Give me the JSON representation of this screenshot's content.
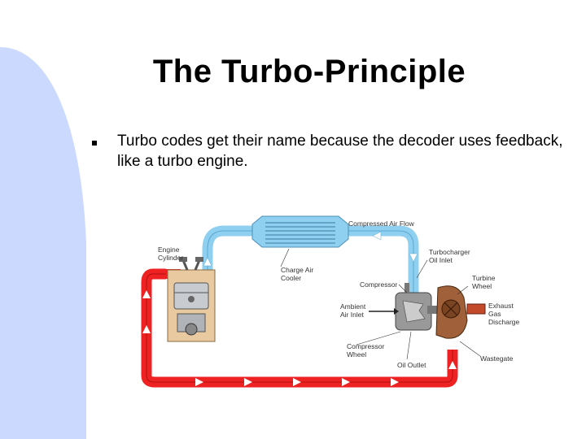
{
  "slide": {
    "title": "The Turbo-Principle",
    "bullets": [
      {
        "text": "Turbo codes get their name because the decoder uses feedback, like a turbo engine."
      }
    ],
    "accent_color": "#ccd9ff"
  },
  "diagram": {
    "labels": {
      "compressed_air_flow": "Compressed Air Flow",
      "engine_cylinder_1": "Engine",
      "engine_cylinder_2": "Cylinder",
      "charge_air_cooler_1": "Charge Air",
      "charge_air_cooler_2": "Cooler",
      "turbocharger_oil_inlet_1": "Turbocharger",
      "turbocharger_oil_inlet_2": "Oil Inlet",
      "compressor": "Compressor",
      "turbine_wheel_1": "Turbine",
      "turbine_wheel_2": "Wheel",
      "ambient_air_inlet_1": "Ambient",
      "ambient_air_inlet_2": "Air Inlet",
      "exhaust_gas_discharge_1": "Exhaust",
      "exhaust_gas_discharge_2": "Gas",
      "exhaust_gas_discharge_3": "Discharge",
      "compressor_wheel_1": "Compressor",
      "compressor_wheel_2": "Wheel",
      "oil_outlet": "Oil Outlet",
      "wastegate": "Wastegate"
    },
    "colors": {
      "cool_air": "#8fd0f0",
      "exhaust": "#ee2222",
      "piston": "#e8c9a0",
      "turbine_housing": "#a0603a",
      "compressor_housing": "#999999"
    }
  }
}
